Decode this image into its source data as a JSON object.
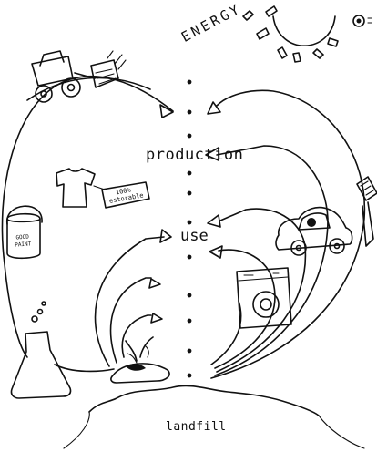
{
  "labels": {
    "energy": "ENERGY",
    "production": "production",
    "use": "use",
    "landfill": "landfill",
    "tshirt_tag": "100% restorable",
    "paint_can": "GOOD PAINT"
  },
  "icons": [
    "sun-icon",
    "tractor-icon",
    "tshirt-icon",
    "paint-can-icon",
    "spatula-icon",
    "car-icon",
    "washing-machine-icon",
    "flask-icon",
    "seedling-icon",
    "logo-mark-icon"
  ],
  "line_color": "#111111"
}
